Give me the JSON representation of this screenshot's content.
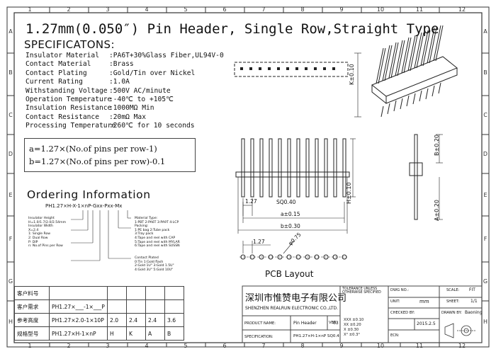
{
  "title": "1.27mm(0.050″) Pin Header, Single Row,Straight Type",
  "spec_heading": "SPECIFICATONS:",
  "specs": [
    {
      "k": "Insulator Material",
      "v": ":PA6T+30%Glass Fiber,UL94V-0"
    },
    {
      "k": "Contact Material",
      "v": ":Brass"
    },
    {
      "k": "Contact Plating",
      "v": ":Gold/Tin over Nickel"
    },
    {
      "k": "Current Rating",
      "v": ":1.0A"
    },
    {
      "k": "Withstanding Voltage",
      "v": ":500V AC/minute"
    },
    {
      "k": "Operation Temperature",
      "v": ":-40℃ to +105℃"
    },
    {
      "k": "Insulation Resistance",
      "v": ":1000MΩ Min"
    },
    {
      "k": "Contact Resistance",
      "v": ":20mΩ Max"
    },
    {
      "k": "Processing Temperature",
      "v": ":260℃ for 10 seconds"
    }
  ],
  "formula": {
    "a": "a=1.27×(No.of pins per row-1)",
    "b": "b=1.27×(No.of pins per row)-0.1"
  },
  "ordering": {
    "heading": "Ordering Information",
    "code": "PH1.27×H-X-1×nP-Gxx-Pxx-Mx",
    "left_notes": [
      "Insulator Height",
      "H=1.0/1.7/2.0/2.54mm",
      "",
      "Insulator Width",
      "X=2.4",
      "",
      "1:  Single Row",
      "2:  Dual Row",
      "",
      "P: DIP",
      "n: No.of Pins per Row"
    ],
    "right_notes": [
      "Material Type:",
      "1:PBT 2:PA6T 3:PA9T 4:LCP",
      "Packing:",
      "1:PE bag     2:Tube pack",
      "3:Tray pack",
      "4:Tape and reel with CAP",
      "5:Tape and reel with MYLAR",
      "6:Tape and reel with SUSSN"
    ],
    "plated_notes": [
      "Contact Plated",
      "0:Tin          1:Gold flash",
      "2:Gold 1U\"     3:Gold 1.5U\"",
      "4:Gold 3U\"     5:Gold 10U\""
    ]
  },
  "dims": {
    "k": "K±0.10",
    "h": "H±0.10",
    "b020": "B±0.20",
    "a020": "A±0.20",
    "p127": "1.27",
    "sq": "SQ0.40",
    "a015": "a±0.15",
    "b030": "b±0.30",
    "pcb127": "1.27",
    "hole": "φ0.75"
  },
  "pcb_layout": "PCB Layout",
  "grid_top": [
    "1",
    "2",
    "3",
    "4",
    "5",
    "6",
    "7",
    "8",
    "9",
    "10",
    "11",
    "12"
  ],
  "grid_side": [
    "A",
    "B",
    "C",
    "D",
    "E",
    "F",
    "G",
    "H"
  ],
  "table": {
    "rows": [
      {
        "label": "客户料号",
        "cells": [
          "",
          "",
          "",
          "",
          ""
        ]
      },
      {
        "label": "客户需求",
        "cells": [
          "PH1.27×___-1×___P",
          "",
          "",
          "",
          ""
        ]
      },
      {
        "label": "参考高度",
        "cells": [
          "PH1.27×2.0-1×10P",
          "2.0",
          "2.4",
          "2.4",
          "3.6"
        ]
      },
      {
        "label": "规格型号",
        "cells": [
          "PH1.27×H-1×nP",
          "H",
          "K",
          "A",
          "B"
        ]
      }
    ]
  },
  "company": {
    "cn": "深圳市惟赞电子有限公司",
    "en": "SHENZHEN REALRUN ELECTRONIC CO.,LTD."
  },
  "title_block": {
    "product_name_label": "PRODUCT NAME:",
    "product_name": "Pin Header",
    "ver_label": "VER:",
    "ver": "03",
    "spec_label": "SPECIFICATION:",
    "spec": "PH1.27×H-1×nP SQ0.4",
    "tolerance": "TOLERANCE UNLESS OTHERWISE SPECIFIED",
    "tol_lines": [
      "XXX ±0.10",
      "XX  ±0.20",
      "X   ±0.30",
      "X°  ±0.3°"
    ],
    "dwg_label": "DWG NO.:",
    "dwg": "",
    "scale_label": "SCALE:",
    "scale": "FIT",
    "unit_label": "UNIT:",
    "unit": "mm",
    "sheet_label": "SHEET:",
    "sheet": "1/1",
    "checked_label": "CHECKED BY:",
    "drawn_label": "DRAWN BY:",
    "drawn": "Baoning",
    "date": "2015.2.5",
    "ecn_label": "ECN:"
  }
}
